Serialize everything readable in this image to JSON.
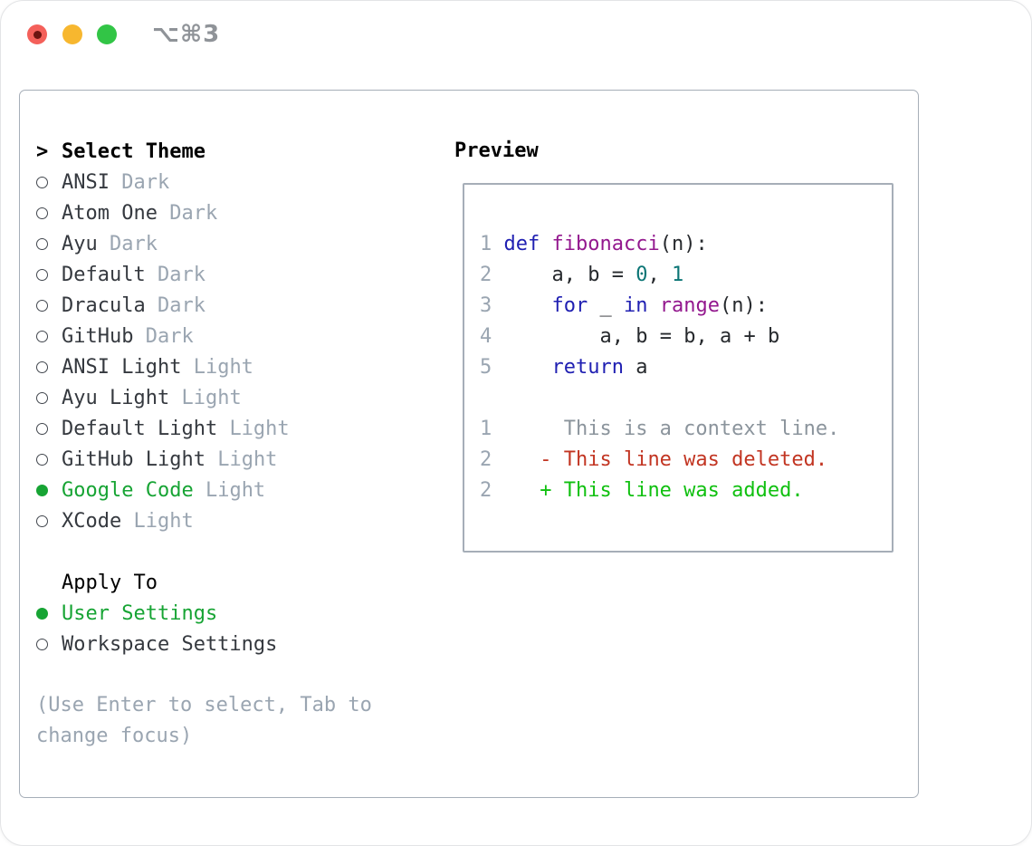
{
  "window": {
    "title": "⌥⌘3"
  },
  "theme_panel": {
    "prompt": ">",
    "heading": "Select Theme",
    "items": [
      {
        "name": "ANSI",
        "variant": "Dark",
        "selected": false
      },
      {
        "name": "Atom One",
        "variant": "Dark",
        "selected": false
      },
      {
        "name": "Ayu",
        "variant": "Dark",
        "selected": false
      },
      {
        "name": "Default",
        "variant": "Dark",
        "selected": false
      },
      {
        "name": "Dracula",
        "variant": "Dark",
        "selected": false
      },
      {
        "name": "GitHub",
        "variant": "Dark",
        "selected": false
      },
      {
        "name": "ANSI Light",
        "variant": "Light",
        "selected": false
      },
      {
        "name": "Ayu Light",
        "variant": "Light",
        "selected": false
      },
      {
        "name": "Default Light",
        "variant": "Light",
        "selected": false
      },
      {
        "name": "GitHub Light",
        "variant": "Light",
        "selected": false
      },
      {
        "name": "Google Code",
        "variant": "Light",
        "selected": true
      },
      {
        "name": "XCode",
        "variant": "Light",
        "selected": false
      }
    ],
    "apply_to": {
      "label": "Apply To",
      "options": [
        {
          "name": "User Settings",
          "selected": true
        },
        {
          "name": "Workspace Settings",
          "selected": false
        }
      ]
    },
    "hint": "(Use Enter to select, Tab to change focus)"
  },
  "preview": {
    "heading": "Preview",
    "code_lines": [
      [
        [
          "ln",
          "1 "
        ],
        [
          "kw",
          "def"
        ],
        [
          "pl",
          " "
        ],
        [
          "fn",
          "fibonacci"
        ],
        [
          "pl",
          "(n):"
        ]
      ],
      [
        [
          "ln",
          "2 "
        ],
        [
          "pl",
          "    "
        ],
        [
          "var",
          "a"
        ],
        [
          "pl",
          ", "
        ],
        [
          "var",
          "b"
        ],
        [
          "pl",
          " = "
        ],
        [
          "num",
          "0"
        ],
        [
          "pl",
          ", "
        ],
        [
          "num",
          "1"
        ]
      ],
      [
        [
          "ln",
          "3 "
        ],
        [
          "pl",
          "    "
        ],
        [
          "kw",
          "for"
        ],
        [
          "pl",
          " _ "
        ],
        [
          "kw",
          "in"
        ],
        [
          "pl",
          " "
        ],
        [
          "fn",
          "range"
        ],
        [
          "pl",
          "(n):"
        ]
      ],
      [
        [
          "ln",
          "4 "
        ],
        [
          "pl",
          "        "
        ],
        [
          "var",
          "a"
        ],
        [
          "pl",
          ", "
        ],
        [
          "var",
          "b"
        ],
        [
          "pl",
          " = "
        ],
        [
          "var",
          "b"
        ],
        [
          "pl",
          ", "
        ],
        [
          "var",
          "a"
        ],
        [
          "pl",
          " + "
        ],
        [
          "var",
          "b"
        ]
      ],
      [
        [
          "ln",
          "5 "
        ],
        [
          "pl",
          "    "
        ],
        [
          "kw",
          "return"
        ],
        [
          "pl",
          " "
        ],
        [
          "var",
          "a"
        ]
      ]
    ],
    "diff_lines": [
      [
        [
          "ln",
          "1 "
        ],
        [
          "ctx",
          "     This is a context line."
        ]
      ],
      [
        [
          "ln",
          "2 "
        ],
        [
          "del",
          "   - This line was deleted."
        ]
      ],
      [
        [
          "ln",
          "2 "
        ],
        [
          "add",
          "   + This line was added."
        ]
      ]
    ]
  },
  "colors": {
    "text_dark": "#35393f",
    "heading_black": "#000000",
    "muted_gray": "#9aa5b1",
    "accent_green": "#17a434",
    "border_gray": "#a6aeb8",
    "title_gray": "#8f9398",
    "line_number": "#9aa5b1",
    "keyword_blue": "#2020b2",
    "function_purple": "#93188e",
    "number_teal": "#0b7575",
    "code_text": "#26292d",
    "context_gray": "#8b949c",
    "deleted_red": "#c23522",
    "added_green": "#10c010",
    "traffic_red": "#f4605a",
    "traffic_red_dot": "#6d1410",
    "traffic_yellow": "#f7b72f",
    "traffic_green": "#32c546"
  }
}
